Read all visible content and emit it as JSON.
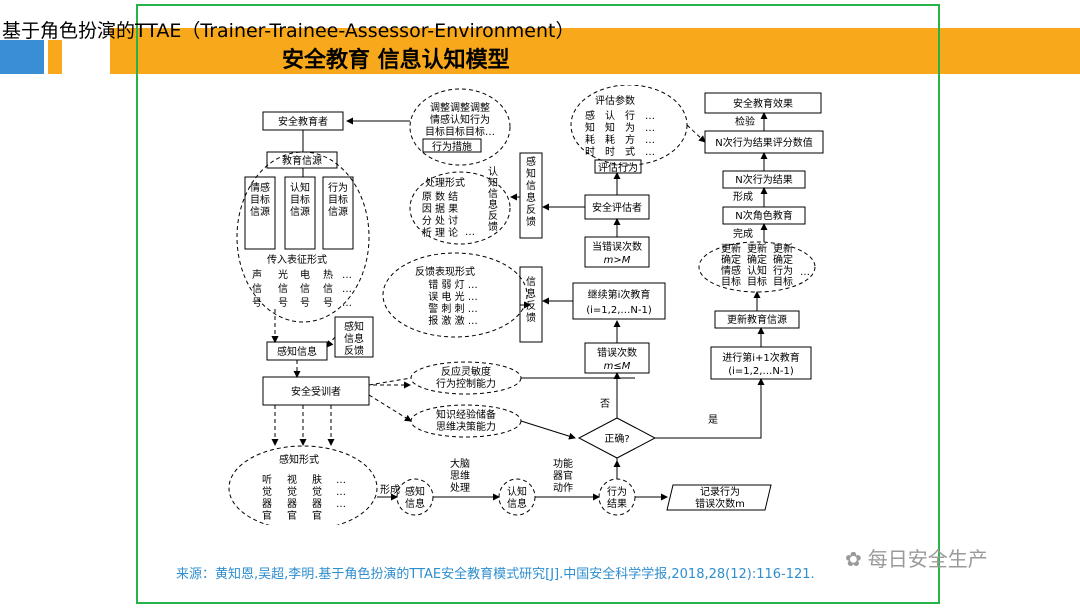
{
  "header": {
    "title_line1": "基于角色扮演的TTAE（Trainer-Trainee-Assessor-Environment）",
    "title_line2": "安全教育 信息认知模型"
  },
  "diagram": {
    "trainer": "安全教育者",
    "edu_source": "教育信源",
    "src1": [
      "情感",
      "目标",
      "信源"
    ],
    "src2": [
      "认知",
      "目标",
      "信源"
    ],
    "src3": [
      "行为",
      "目标",
      "信源"
    ],
    "transmit_title": "传入表征形式",
    "tx1": [
      "声",
      "信",
      "号"
    ],
    "tx2": [
      "光",
      "信",
      "号"
    ],
    "tx3": [
      "电",
      "信",
      "号"
    ],
    "tx4": [
      "热",
      "信",
      "号"
    ],
    "tx_more": [
      "…",
      "…",
      "…"
    ],
    "adjust_rows": [
      "调整调整调整",
      "情感认知行为",
      "目标目标目标…"
    ],
    "action_measure": "行为措施",
    "process_title": "处理形式",
    "process_rows": [
      "原 数 结",
      "因 据 果",
      "分 处 讨",
      "析 理 论"
    ],
    "process_more": "…",
    "cog_feedback_v": [
      "认",
      "知",
      "信",
      "息",
      "反",
      "馈"
    ],
    "perceive_feedback_v": [
      "感",
      "知",
      "信",
      "息",
      "反",
      "馈"
    ],
    "eval_title": "评估参数",
    "eval_cols": [
      [
        "感",
        "知",
        "耗",
        "时"
      ],
      [
        "认",
        "知",
        "耗",
        "时"
      ],
      [
        "行",
        "为",
        "方",
        "式"
      ]
    ],
    "eval_more": [
      "…",
      "…",
      "…",
      "…"
    ],
    "eval_behavior": "评估行为",
    "assessor": "安全评估者",
    "err_when": "当错误次数",
    "err_when_cond": "m>M",
    "feedback_title": "反馈表现形式",
    "fb_rows": [
      "错 弱 灯 …",
      "误 电 光 …",
      "警 刺 刺 …",
      "报 激 激 …"
    ],
    "info_feedback_v": [
      "信",
      "息",
      "反",
      "馈"
    ],
    "continue_edu": "继续第i次教育",
    "continue_range": "(i=1,2,…N-1)",
    "err_count": "错误次数",
    "err_count_cond": "m≤M",
    "edu_effect": "安全教育效果",
    "check": "检验",
    "n_score": "N次行为结果评分数值",
    "n_result": "N次行为结果",
    "form_label": "形成",
    "n_role": "N次角色教育",
    "complete_label": "完成",
    "update_cols": [
      [
        "更新",
        "确定",
        "情感",
        "目标"
      ],
      [
        "更新",
        "确定",
        "认知",
        "目标"
      ],
      [
        "更新",
        "确定",
        "行为",
        "目标"
      ]
    ],
    "update_more": "…",
    "update_source": "更新教育信源",
    "next_edu": "进行第i+1次教育",
    "next_range": "(i=1,2,…N-1)",
    "perceive_feedback_box": [
      "感知",
      "信息",
      "反馈"
    ],
    "perceive_info": "感知信息",
    "trainee": "安全受训者",
    "reaction": [
      "反应灵敏度",
      "行为控制能力"
    ],
    "knowledge": [
      "知识经验储备",
      "思维决策能力"
    ],
    "decision": "正确?",
    "no_label": "否",
    "yes_label": "是",
    "perception_title": "感知形式",
    "organs": [
      [
        "听",
        "觉",
        "器",
        "官"
      ],
      [
        "视",
        "觉",
        "器",
        "官"
      ],
      [
        "肤",
        "觉",
        "器",
        "官"
      ]
    ],
    "organs_more": [
      "…",
      "…",
      "…"
    ],
    "formation": "形成",
    "perceive_info2": [
      "感知",
      "信息"
    ],
    "brain": [
      "大脑",
      "思维",
      "处理"
    ],
    "cog_info": [
      "认知",
      "信息"
    ],
    "function": [
      "功能",
      "器官",
      "动作"
    ],
    "behavior_result": [
      "行为",
      "结果"
    ],
    "record": [
      "记录行为",
      "错误次数m"
    ]
  },
  "footer": {
    "source": "来源：黄知恩,吴超,李明.基于角色扮演的TTAE安全教育模式研究[J].中国安全科学学报,2018,28(12):116-121.",
    "watermark": "每日安全生产"
  }
}
